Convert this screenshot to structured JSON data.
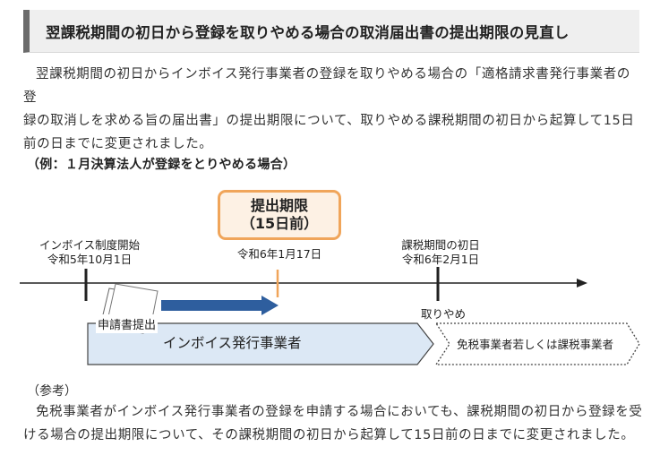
{
  "heading": "翌課税期間の初日から登録を取りやめる場合の取消届出書の提出期限の見直し",
  "intro_lines": [
    "翌課税期間の初日からインボイス発行事業者の登録を取りやめる場合の「適格請求書発行事業者の登",
    "録の取消しを求める旨の届出書」の提出期限について、取りやめる課税期間の初日から起算して15日",
    "前の日までに変更されました。"
  ],
  "example_title": "（例：１月決算法人が登録をとりやめる場合）",
  "diagram": {
    "deadline_title": "提出期限",
    "deadline_sub": "（15日前）",
    "invoice_start_label": "インボイス制度開始",
    "invoice_start_date": "令和5年10月1日",
    "deadline_date": "令和6年1月17日",
    "period_start_label": "課税期間の初日",
    "period_start_date": "令和6年2月1日",
    "withdraw_label": "取りやめ",
    "application_label": "申請書提出",
    "invoice_issuer_label": "インボイス発行事業者",
    "exempt_label": "免税事業者若しくは課税事業者",
    "colors": {
      "deadline_border": "#f0a55a",
      "deadline_fill": "#fdf1e4",
      "arrow_blue": "#2e5e9e",
      "band_fill": "#dce8f5"
    }
  },
  "reference_label": "（参考）",
  "reference_lines": [
    "免税事業者がインボイス発行事業者の登録を申請する場合においても、課税期間の初日から登録を受",
    "ける場合の提出期限について、その課税期間の初日から起算して15日前の日までに変更されました。"
  ]
}
